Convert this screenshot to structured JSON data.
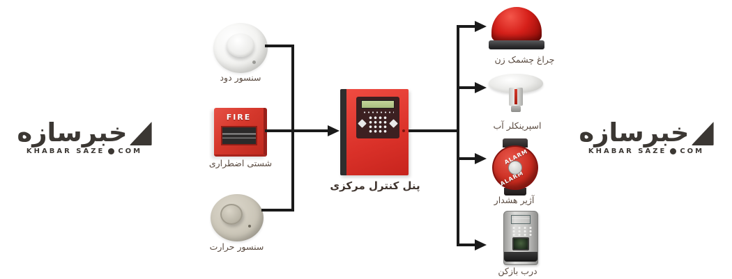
{
  "diagram": {
    "panel": {
      "label": "پنل کنترل مرکزی"
    },
    "inputs": [
      {
        "id": "smoke-sensor",
        "label": "سنسور دود"
      },
      {
        "id": "emergency-call-point",
        "label": "شستی اضطراری"
      },
      {
        "id": "heat-sensor",
        "label": "سنسور حرارت"
      }
    ],
    "outputs": [
      {
        "id": "strobe-light",
        "label": "چراغ چشمک زن"
      },
      {
        "id": "water-sprinkler",
        "label": "اسپرینکلر آب"
      },
      {
        "id": "alarm-bell",
        "label": "آژیر هشدار"
      },
      {
        "id": "door-opener",
        "label": "درب بازکن"
      }
    ],
    "device_texts": {
      "call_point": "FIRE",
      "bell": "ALARM"
    }
  },
  "watermark": {
    "farsi": "خبرسازه",
    "latin": "KHABAR SAZE",
    "tld": "COM"
  },
  "colors": {
    "line": "#1a1a1a",
    "device_red": "#c7241d",
    "label_text": "#5a4b41",
    "logo": "#3b3733"
  }
}
